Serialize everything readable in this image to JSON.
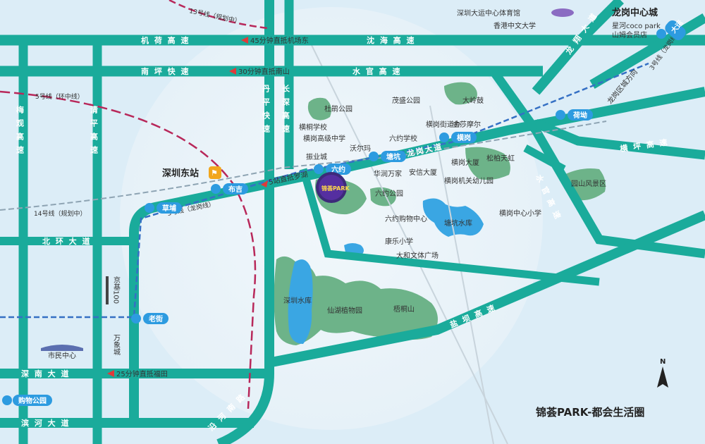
{
  "colors": {
    "road": "#1aab9b",
    "background": "#dcedf7",
    "halo": "#eaf3f9",
    "park": "#6db389",
    "water": "#3aa6e3",
    "metro_red": "#b8285a",
    "metro_blue": "#3570c4",
    "arrow": "#e03a3a",
    "station": "#2d9be0"
  },
  "title": "锦荟PARK-都会生活圈",
  "district": "龙岗中心城",
  "project_logo": "锦荟PARK",
  "roads": {
    "jihe": "机  荷  高  速",
    "shenhai": "沈  海  高  速",
    "nanping": "南  坪  快  速",
    "shuiguan": "水  官  高  速",
    "longgang": "龙岗大道",
    "beihuan": "北  环  大  道",
    "shennan": "深  南  大  道",
    "binhe": "滨  河  大  道",
    "yanhe": "沿 河 南 路",
    "meiguan": "梅观高速",
    "qingping": "清平高速",
    "danping": "丹平快速",
    "changzhen": "长深高速",
    "yanba": "盐  坝  高  速",
    "hengping": "横  坪  高  速",
    "longxiang": "龙  翔  大  道",
    "shuiguan_ext": "水  官  高  速",
    "jingji": "京基100",
    "wanxiang": "万象城"
  },
  "annotations": {
    "a45": "45分钟直抵机场东",
    "a30": "30分钟直抵南山",
    "a5": "5站直抵罗湖",
    "a25": "25分钟直抵福田",
    "longgang_dir": "龙岗区城方向"
  },
  "metro_lines": {
    "l13": "13号线（规划中）",
    "l5": "5号线（环中线）",
    "l14": "14号线（规划中）",
    "l3": "3号线（龙岗线）",
    "l3b": "3号线（龙岗线）"
  },
  "stations": {
    "caopu": "草埔",
    "buji": "布吉",
    "liuyue": "六约",
    "tangkeng": "塘坑",
    "henggang": "横岗",
    "hedi": "荷坳",
    "dayun": "大运",
    "laojie": "老街",
    "gouwu": "购物公园",
    "shenzhen_east": "深圳东站"
  },
  "pois": {
    "dayun_sports": "深圳大运中心体育馆",
    "cuhk": "香港中文大学",
    "xinghe": "星河coco park",
    "shanmu": "山姆会员店",
    "maosheng": "茂盛公园",
    "daling": "大岭鼓",
    "dupeng": "杜鹃公园",
    "hengtong": "横桐学校",
    "henggang_jd": "横岗街道办",
    "jinsha": "金莎摩尔",
    "hg_high": "横岗高级中学",
    "liuyue_school": "六约学校",
    "walmart": "沃尔玛",
    "zhenye": "振业城",
    "huarun": "华润万家",
    "anxin": "安信大厦",
    "henggang_ds": "横岗大厦",
    "songbai": "松柏天虹",
    "hg_kindergarten": "横岗机关幼儿园",
    "liuyue_park": "六约公园",
    "yuanshan": "园山风景区",
    "liuyue_mall": "六约购物中心",
    "tangkeng_reservoir": "塘坑水库",
    "hg_primary": "横岗中心小学",
    "kangle": "康乐小学",
    "dahe": "大和文体广场",
    "sz_reservoir": "深圳水库",
    "xianhu": "仙湖植物园",
    "wutong": "梧桐山",
    "civic": "市民中心"
  }
}
